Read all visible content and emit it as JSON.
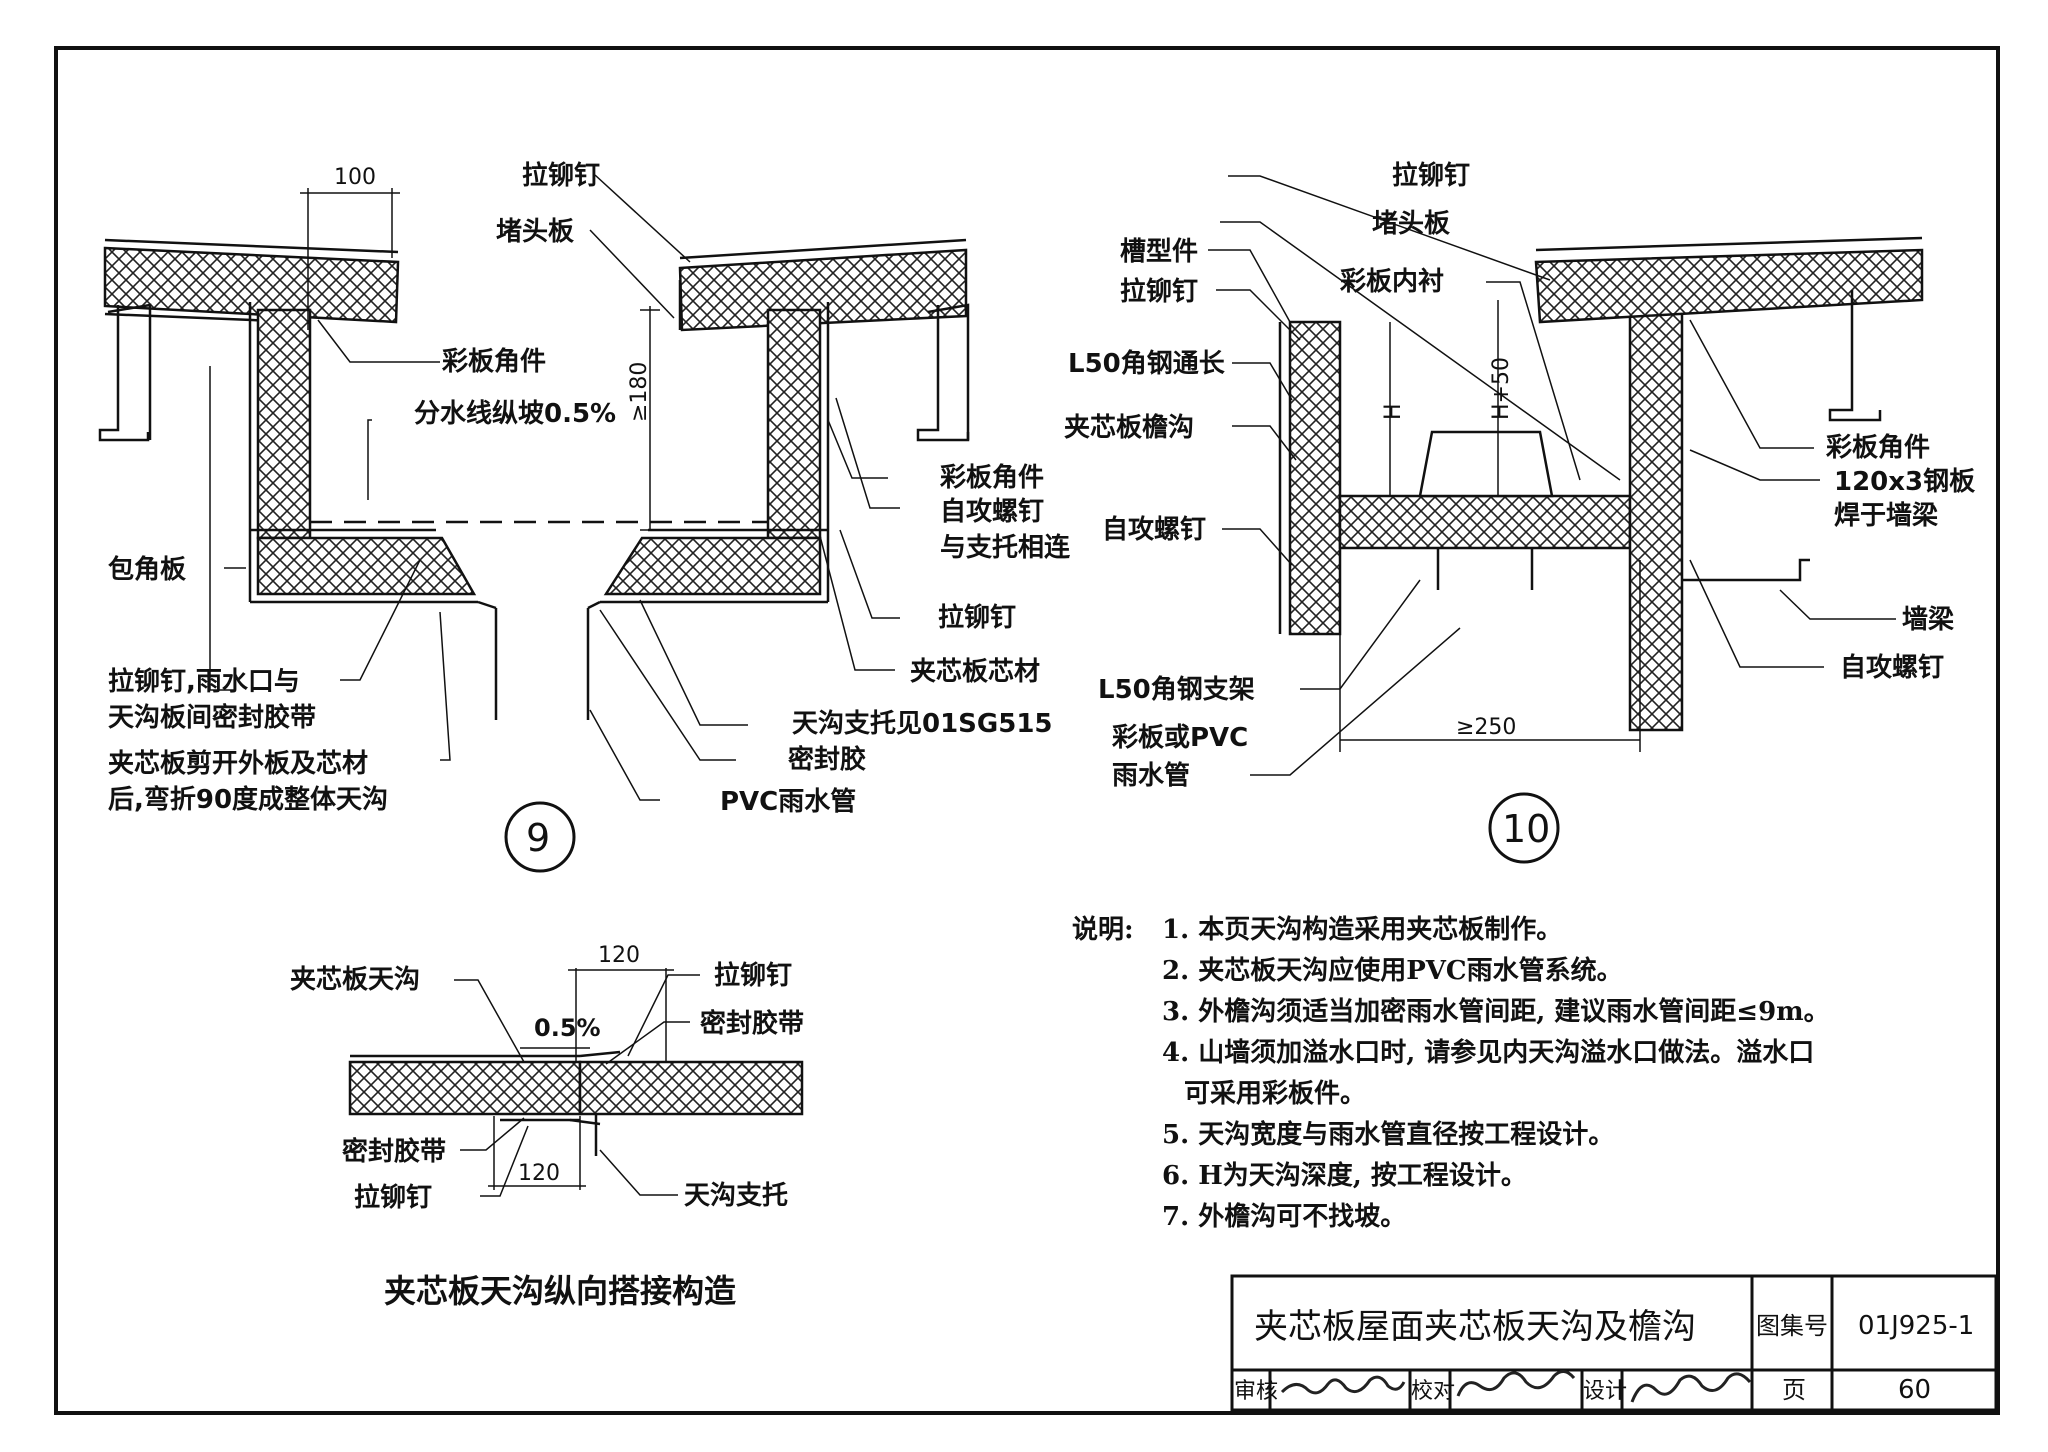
{
  "detail9": {
    "dim_top": "100",
    "dim_height": "≥180",
    "slope": "分水线纵坡0.5%",
    "labels": {
      "rivet_top": "拉铆钉",
      "end_plate": "堵头板",
      "corner_left": "彩板角件",
      "corner_right": "彩板角件",
      "screw_right_1": "自攻螺钉",
      "screw_right_2": "与支托相连",
      "wrap_plate": "包角板",
      "rivet_right": "拉铆钉",
      "core": "夹芯板芯材",
      "rivet_outlet_1": "拉铆钉,雨水口与",
      "rivet_outlet_2": "天沟板间密封胶带",
      "support": "天沟支托见01SG515",
      "fold_1": "夹芯板剪开外板及芯材",
      "fold_2": "后,弯折90度成整体天沟",
      "sealant": "密封胶",
      "pvc_pipe": "PVC雨水管"
    },
    "number": "9"
  },
  "detail10": {
    "dim_h": "H",
    "dim_h50": "H+50",
    "dim_width": "≥250",
    "labels": {
      "rivet_top": "拉铆钉",
      "end_plate": "堵头板",
      "channel": "槽型件",
      "rivet_left": "拉铆钉",
      "liner": "彩板内衬",
      "angle_long": "L50角钢通长",
      "eaves_gutter": "夹芯板檐沟",
      "corner": "彩板角件",
      "steel_plate_1": "120x3钢板",
      "steel_plate_2": "焊于墙梁",
      "screw_left": "自攻螺钉",
      "wall_beam": "墙梁",
      "screw_right": "自攻螺钉",
      "angle_bracket": "L50角钢支架",
      "pipe_1": "彩板或PVC",
      "pipe_2": "雨水管"
    },
    "number": "10"
  },
  "lap": {
    "slope": "0.5%",
    "dim_top": "120",
    "dim_bottom": "120",
    "labels": {
      "gutter": "夹芯板天沟",
      "rivet_top": "拉铆钉",
      "tape_top": "密封胶带",
      "tape_bottom": "密封胶带",
      "rivet_bottom": "拉铆钉",
      "support": "天沟支托"
    },
    "caption": "夹芯板天沟纵向搭接构造"
  },
  "notes": {
    "heading": "说明:",
    "items": [
      "1. 本页天沟构造采用夹芯板制作。",
      "2. 夹芯板天沟应使用PVC雨水管系统。",
      "3. 外檐沟须适当加密雨水管间距, 建议雨水管间距≤9m。",
      "4. 山墙须加溢水口时, 请参见内天沟溢水口做法。溢水口",
      "可采用彩板件。",
      "5. 天沟宽度与雨水管直径按工程设计。",
      "6. H为天沟深度, 按工程设计。",
      "7. 外檐沟可不找坡。"
    ]
  },
  "title_block": {
    "title": "夹芯板屋面夹芯板天沟及檐沟",
    "atlas_label": "图集号",
    "atlas_no": "01J925-1",
    "review_label": "审核",
    "check_label": "校对",
    "design_label": "设计",
    "page_label": "页",
    "page_no": "60"
  }
}
